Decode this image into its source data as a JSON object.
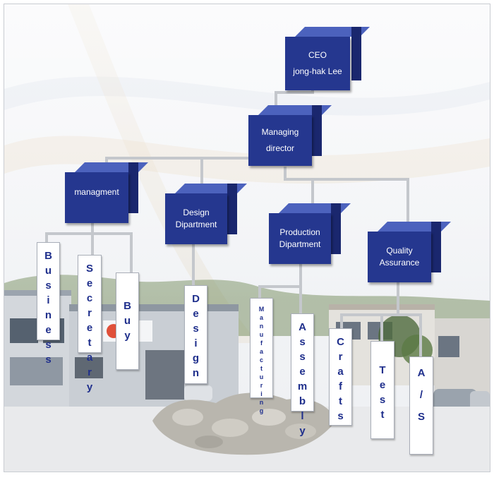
{
  "org_chart": {
    "ceo": {
      "title": "CEO",
      "name": "jong-hak Lee"
    },
    "managing_director": {
      "line1": "Managing",
      "line2": "director"
    },
    "managment": {
      "label": "managment"
    },
    "design_dept": {
      "line1": "Design",
      "line2": "Dipartment"
    },
    "production_dept": {
      "line1": "Production",
      "line2": "Dipartment"
    },
    "quality": {
      "line1": "Quality",
      "line2": "Assurance"
    },
    "cards": {
      "business": "Business",
      "secretary": "Secretary",
      "buy": "Buy",
      "design": "Design",
      "manufacturing": "Manufacturing",
      "assembly": "Assembly",
      "crafts": "Crafts",
      "test": "Test",
      "as": "A/S"
    }
  },
  "colors": {
    "box": "#25378f",
    "box_top": "#4c62bd",
    "box_side": "#1a276e",
    "card_text": "#1f2f8c",
    "connector": "#c4c7cc"
  }
}
